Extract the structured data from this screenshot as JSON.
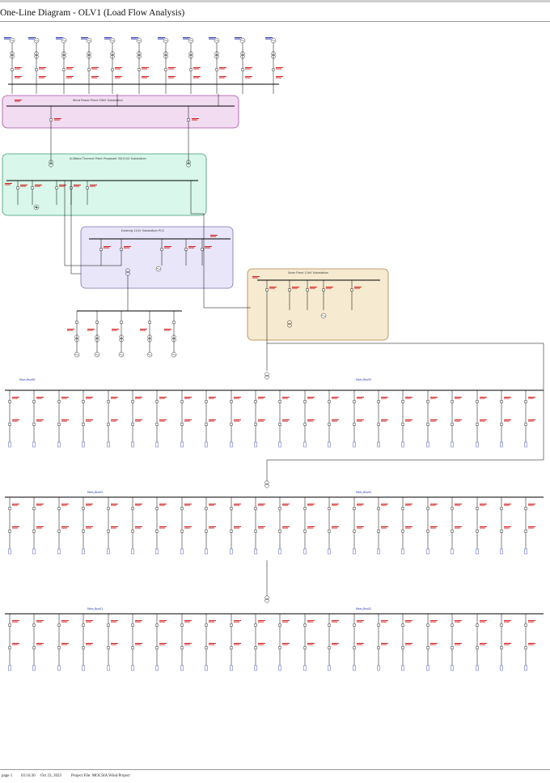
{
  "header": {
    "title": "One-Line Diagram   -   OLV1 (Load Flow Analysis)"
  },
  "regions": {
    "wind_substation": "Wind Power Plant 33kV Substation",
    "thermal_substation": "Al-Waha Thermal Plant Proposed 33/11kV Substation",
    "existing_substation": "Existing 11kV Substation PCC",
    "solar_substation": "Solar Plant 11kV Substation"
  },
  "colors": {
    "wind_fill": "#f2dcf2",
    "wind_stroke": "#a050a0",
    "thermal_fill": "#d9f7ea",
    "thermal_stroke": "#3a9a70",
    "existing_fill": "#e8e6f8",
    "existing_stroke": "#8070b0",
    "solar_fill": "#f6ead0",
    "solar_stroke": "#b08040",
    "wire": "#000000",
    "label_red": "#d01010",
    "label_blue": "#1a2ab0"
  },
  "feeder_sections": {
    "section1": {
      "left_bus": "Main_Bus06",
      "right_bus": "Main_Bus05"
    },
    "section2": {
      "left_bus": "Main_Bus03",
      "right_bus": "Main_Bus04"
    },
    "section3": {
      "left_bus": "Main_Bus01",
      "right_bus": "Main_Bus02"
    }
  },
  "footer": {
    "page": "page 1",
    "time": "03:16:36",
    "date": "Oct 23, 2023",
    "project": "Project File: MOCSIA Wind Project"
  }
}
